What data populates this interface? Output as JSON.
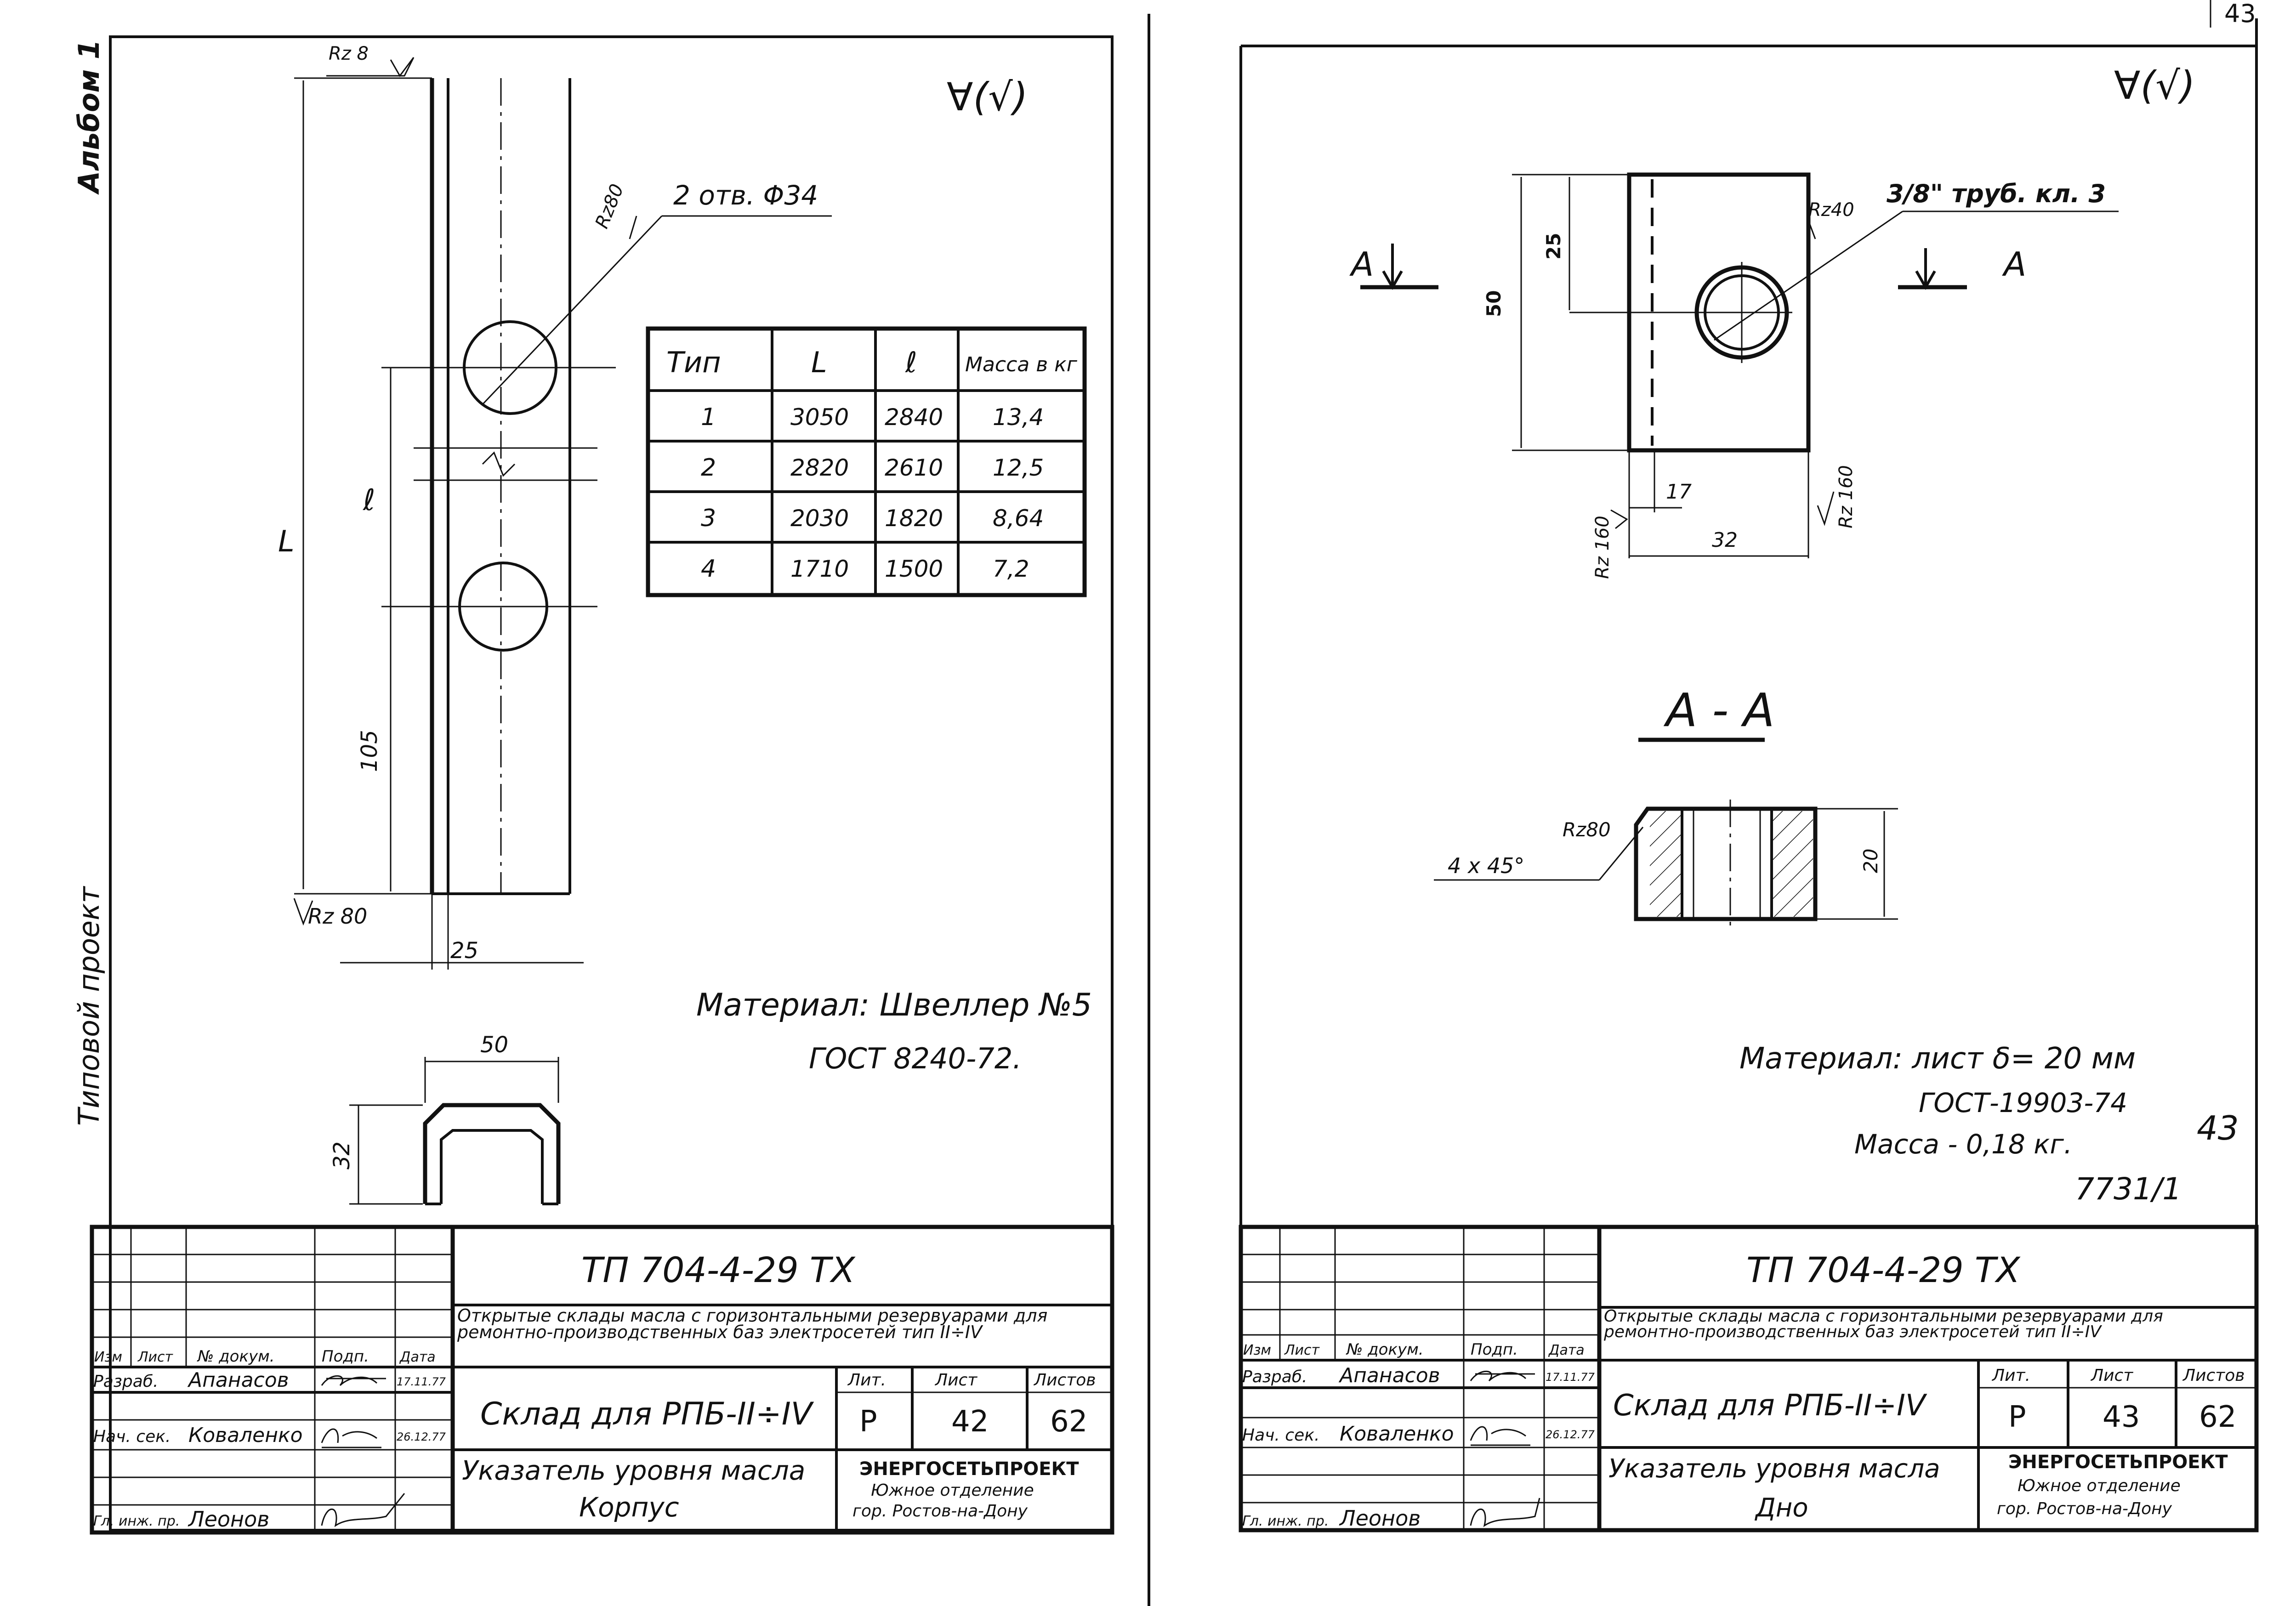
{
  "page_number": "43",
  "left_sheet": {
    "album_label": "Альбом 1",
    "project_label": "Типовой проект",
    "finish_mark": "∀(√)",
    "roughness_top": "Rz 8",
    "roughness_hole": "Rz80",
    "roughness_bottom": "Rz 80",
    "hole_callout": "2 отв. Φ34",
    "dim_L": "L",
    "dim_l": "ℓ",
    "dim_105": "105",
    "dim_25": "25",
    "section_dim_50": "50",
    "section_dim_32": "32",
    "material_line1": "Материал:  Швеллер №5",
    "material_line2": "ГОСТ  8240-72.",
    "table": {
      "headers": [
        "Тип",
        "L",
        "ℓ",
        "Масса в кг"
      ],
      "rows": [
        [
          "1",
          "3050",
          "2840",
          "13,4"
        ],
        [
          "2",
          "2820",
          "2610",
          "12,5"
        ],
        [
          "3",
          "2030",
          "1820",
          "8,64"
        ],
        [
          "4",
          "1710",
          "1500",
          "7,2"
        ]
      ]
    },
    "title_block": {
      "code": "ТП 704-4-29 ТХ",
      "description": "Открытые склады масла с горизонтальными резервуарами для ремонтно-производственных баз электросетей тип II÷IV",
      "col_izm": "Изм",
      "col_list": "Лист",
      "col_doc": "№ докум.",
      "col_sign": "Подп.",
      "col_date": "Дата",
      "role1": "Разраб.",
      "name1": "Апанасов",
      "date1": "17.11.77",
      "role2": "Нач. сек.",
      "name2": "Коваленко",
      "date2": "26.12.77",
      "role3": "Гл. инж. пр.",
      "name3": "Леонов",
      "object": "Склад для РПБ-II÷IV",
      "lit_label": "Лит.",
      "sheet_label": "Лист",
      "sheets_label": "Листов",
      "lit": "Р",
      "sheet": "42",
      "sheets": "62",
      "part_line1": "Указатель уровня масла",
      "part_line2": "Корпус",
      "org1": "ЭНЕРГОСЕТЬПРОЕКТ",
      "org2": "Южное отделение",
      "org3": "гор. Ростов-на-Дону"
    }
  },
  "right_sheet": {
    "finish_mark": "∀(√)",
    "section_marker": "А",
    "thread_callout": "3/8\" труб.  кл. 3",
    "roughness_hole": "Rz40",
    "roughness_right": "Rz 160",
    "roughness_left": "Rz 160",
    "roughness_chamfer": "Rz80",
    "dim_50": "50",
    "dim_25": "25",
    "dim_17": "17",
    "dim_32": "32",
    "dim_20": "20",
    "chamfer": "4 x 45°",
    "section_title": "А - А",
    "material_line1": "Материал:  лист  δ= 20 мм",
    "material_line2": "ГОСТ-19903-74",
    "material_line3": "Масса   - 0,18 кг.",
    "handwritten_43": "43",
    "ref_number": "7731/1",
    "title_block": {
      "code": "ТП 704-4-29 ТХ",
      "description": "Открытые склады масла с горизонтальными резервуарами для ремонтно-производственных баз электросетей тип II÷IV",
      "col_izm": "Изм",
      "col_list": "Лист",
      "col_doc": "№ докум.",
      "col_sign": "Подп.",
      "col_date": "Дата",
      "role1": "Разраб.",
      "name1": "Апанасов",
      "date1": "17.11.77",
      "role2": "Нач. сек.",
      "name2": "Коваленко",
      "date2": "26.12.77",
      "role3": "Гл. инж. пр.",
      "name3": "Леонов",
      "object": "Склад для РПБ-II÷IV",
      "lit_label": "Лит.",
      "sheet_label": "Лист",
      "sheets_label": "Листов",
      "lit": "Р",
      "sheet": "43",
      "sheets": "62",
      "part_line1": "Указатель уровня масла",
      "part_line2": "Дно",
      "org1": "ЭНЕРГОСЕТЬПРОЕКТ",
      "org2": "Южное отделение",
      "org3": "гор. Ростов-на-Дону"
    }
  }
}
